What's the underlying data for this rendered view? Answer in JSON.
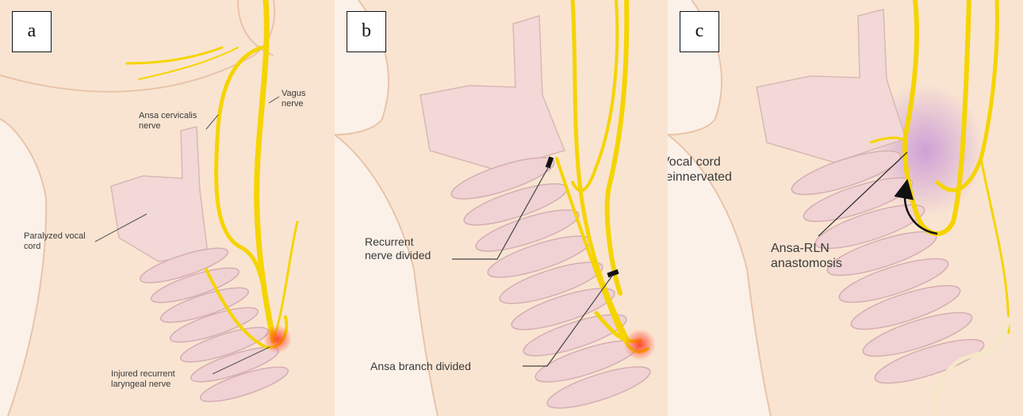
{
  "panels": [
    {
      "tag": "a",
      "labels": {
        "vagus": "Vagus\nnerve",
        "ansa": "Ansa cervicalis\nnerve",
        "paralyzed": "Paralyzed vocal\ncord",
        "injured": "Injured recurrent\nlaryngeal nerve"
      }
    },
    {
      "tag": "b",
      "labels": {
        "recurrent": "Recurrent\nnerve divided",
        "ansa_branch": "Ansa branch divided"
      }
    },
    {
      "tag": "c",
      "labels": {
        "reinnervated": "Vocal cord\nreinnervated",
        "anastomosis": "Ansa-RLN\nanastomosis"
      }
    }
  ],
  "colors": {
    "skin": "#f9e4d2",
    "skin_edge": "#e8c4a8",
    "cartilage": "#f2d8d6",
    "nerve": "#f5d400",
    "injury": "#e8321e",
    "reinnervation_glow": "#c08ad8"
  }
}
